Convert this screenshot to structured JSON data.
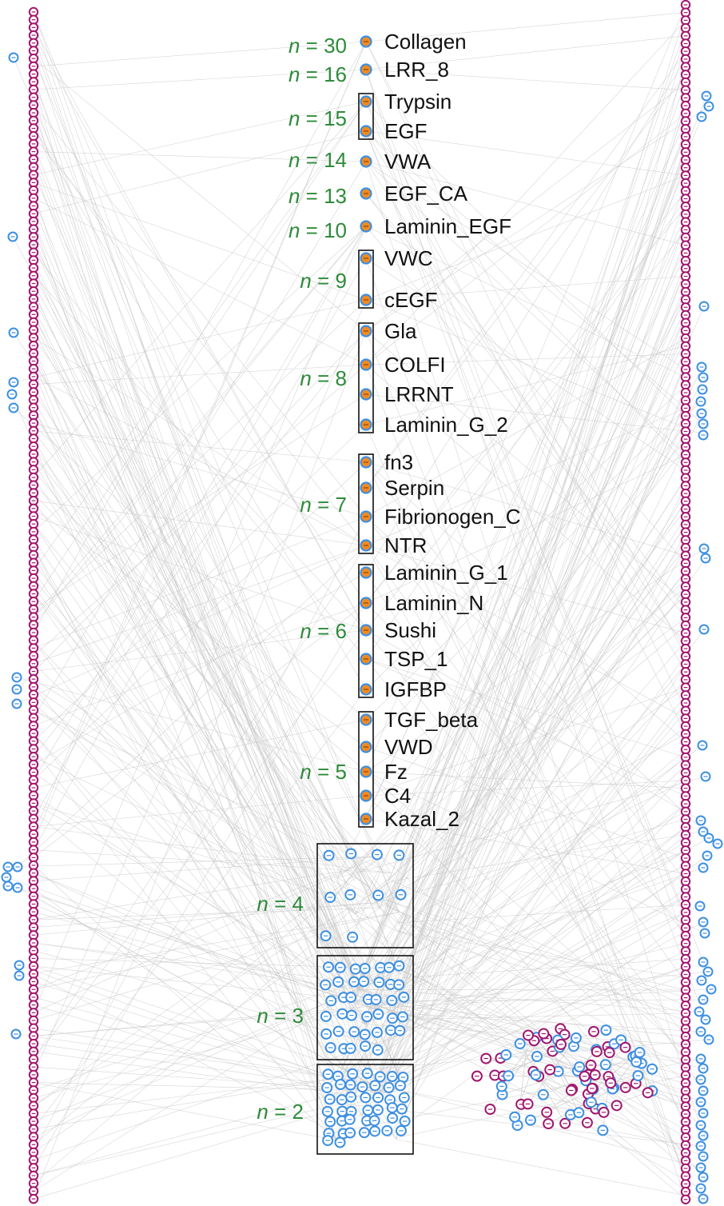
{
  "colors": {
    "edge": "#c8c8c8",
    "protein_node": "#a0166e",
    "domain_node": "#3d8fe0",
    "hub_fill": "#f08a24",
    "group_box": "#111111",
    "n_label": "#2e8b3a"
  },
  "groups": [
    {
      "n": "30",
      "domains": [
        "Collagen"
      ]
    },
    {
      "n": "16",
      "domains": [
        "LRR_8"
      ]
    },
    {
      "n": "15",
      "domains": [
        "Trypsin",
        "EGF"
      ]
    },
    {
      "n": "14",
      "domains": [
        "VWA"
      ]
    },
    {
      "n": "13",
      "domains": [
        "EGF_CA"
      ]
    },
    {
      "n": "10",
      "domains": [
        "Laminin_EGF"
      ]
    },
    {
      "n": "9",
      "domains": [
        "VWC",
        "cEGF"
      ]
    },
    {
      "n": "8",
      "domains": [
        "Gla",
        "COLFI",
        "LRRNT",
        "Laminin_G_2"
      ]
    },
    {
      "n": "7",
      "domains": [
        "fn3",
        "Serpin",
        "Fibrionogen_C",
        "NTR"
      ]
    },
    {
      "n": "6",
      "domains": [
        "Laminin_G_1",
        "Laminin_N",
        "Sushi",
        "TSP_1",
        "IGFBP"
      ]
    },
    {
      "n": "5",
      "domains": [
        "TGF_beta",
        "VWD",
        "Fz",
        "C4",
        "Kazal_2"
      ]
    }
  ],
  "clusters": [
    {
      "n": "4"
    },
    {
      "n": "3"
    },
    {
      "n": "2"
    }
  ],
  "n_prefix": "n",
  "n_eq": " = "
}
